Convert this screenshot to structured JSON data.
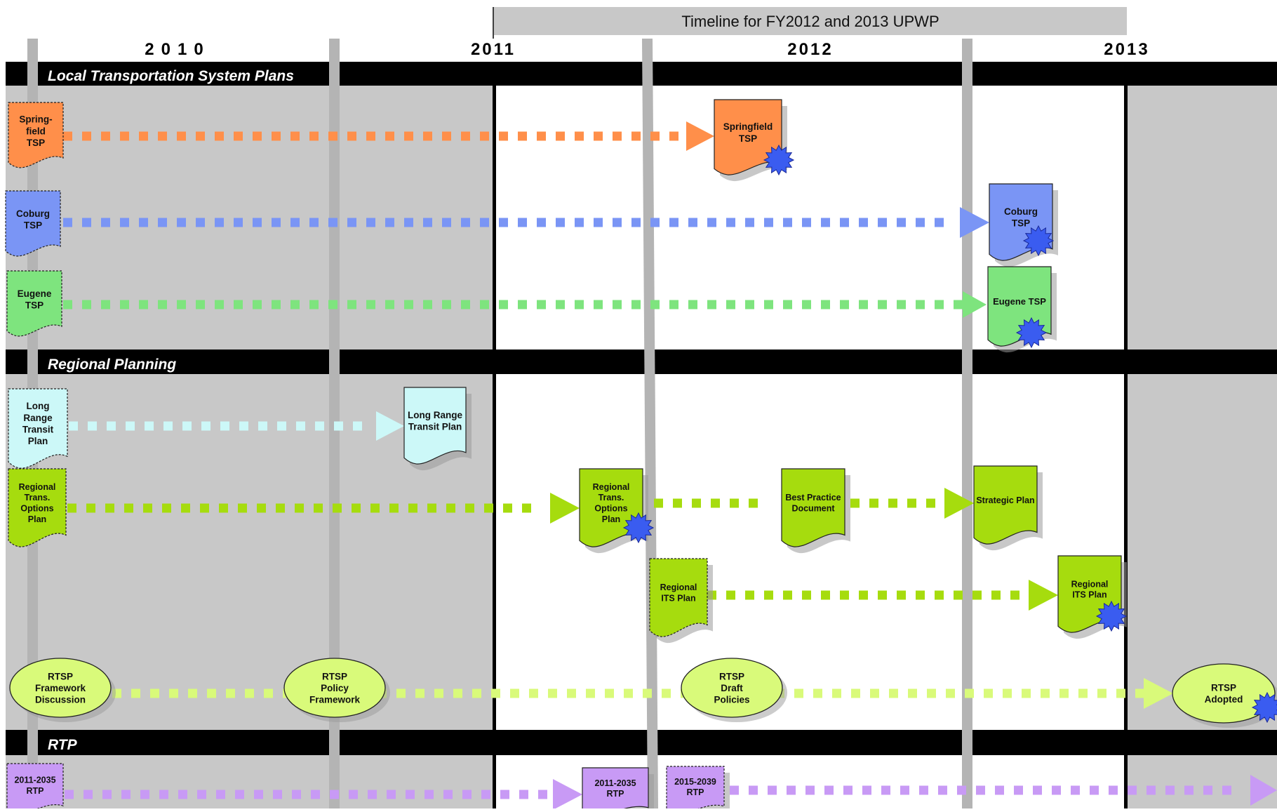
{
  "banner": {
    "title": "Timeline for FY2012 and 2013 UPWP"
  },
  "years": [
    "2010",
    "2011",
    "2012",
    "2013"
  ],
  "sections": [
    {
      "id": "local",
      "title": "Local Transportation System Plans"
    },
    {
      "id": "regional",
      "title": "Regional Planning"
    },
    {
      "id": "rtp",
      "title": "RTP"
    }
  ],
  "colors": {
    "orange": "#ff8f4a",
    "blue": "#7a95f5",
    "green": "#7ee47e",
    "cyan": "#ccf8f8",
    "lime": "#a6dc0e",
    "pale_lime": "#d9fa7a",
    "purple": "#c89af5",
    "starburst": "#3a5cf0",
    "shade_gray": "#c8c8c8",
    "band_black": "#000000"
  },
  "tracks": [
    {
      "id": "springfield",
      "color": "orange",
      "start": {
        "lines": [
          "Spring-",
          "field",
          "TSP"
        ]
      },
      "end": {
        "lines": [
          "Springfield",
          "TSP"
        ],
        "completed": true
      }
    },
    {
      "id": "coburg",
      "color": "blue",
      "start": {
        "lines": [
          "Coburg",
          "TSP"
        ]
      },
      "end": {
        "lines": [
          "Coburg",
          "TSP"
        ],
        "completed": true
      }
    },
    {
      "id": "eugene",
      "color": "green",
      "start": {
        "lines": [
          "Eugene",
          "TSP"
        ]
      },
      "end": {
        "lines": [
          "Eugene TSP"
        ],
        "completed": true
      }
    },
    {
      "id": "ltp",
      "color": "cyan",
      "start": {
        "lines": [
          "Long",
          "Range",
          "Transit",
          "Plan"
        ]
      },
      "end": {
        "lines": [
          "Long Range",
          "Transit Plan"
        ],
        "completed": false
      }
    },
    {
      "id": "rto",
      "color": "lime",
      "start": {
        "lines": [
          "Regional",
          "Trans.",
          "Options",
          "Plan"
        ]
      },
      "milestones": [
        {
          "lines": [
            "Regional",
            "Trans.",
            "Options",
            "Plan"
          ],
          "completed": true
        },
        {
          "lines": [
            "Best Practice",
            "Document"
          ],
          "completed": false
        },
        {
          "lines": [
            "Strategic Plan"
          ],
          "completed": false
        }
      ]
    },
    {
      "id": "its",
      "color": "lime",
      "start": {
        "lines": [
          "Regional",
          "ITS Plan"
        ]
      },
      "end": {
        "lines": [
          "Regional",
          "ITS Plan"
        ],
        "completed": true
      }
    },
    {
      "id": "rtsp",
      "color": "pale_lime",
      "ovals": [
        {
          "lines": [
            "RTSP",
            "Framework",
            "Discussion"
          ]
        },
        {
          "lines": [
            "RTSP",
            "Policy",
            "Framework"
          ]
        },
        {
          "lines": [
            "RTSP",
            "Draft",
            "Policies"
          ]
        },
        {
          "lines": [
            "RTSP",
            "Adopted"
          ],
          "completed": true
        }
      ]
    },
    {
      "id": "rtp",
      "color": "purple",
      "start": {
        "lines": [
          "2011-2035",
          "RTP"
        ]
      },
      "milestones": [
        {
          "lines": [
            "2011-2035",
            "RTP"
          ],
          "completed": false
        },
        {
          "lines": [
            "2015-2039",
            "RTP"
          ],
          "completed": false
        }
      ]
    }
  ]
}
